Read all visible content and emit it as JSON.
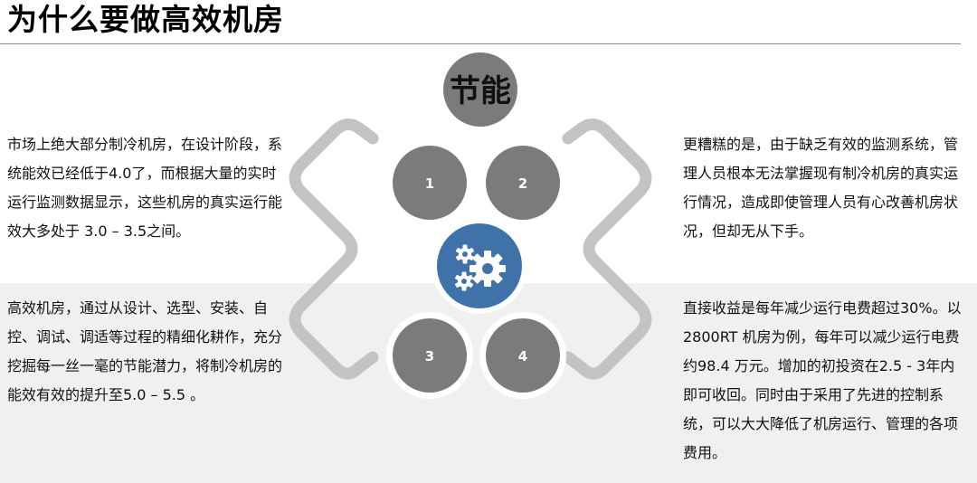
{
  "title": "为什么要做高效机房",
  "center_top_label": "节能",
  "center_icon": "gears-icon",
  "nodes": [
    "1",
    "2",
    "3",
    "4"
  ],
  "paragraphs": {
    "top_left": "市场上绝大部分制冷机房，在设计阶段，系统能效已经低于4.0了，而根据大量的实时运行监测数据显示，这些机房的真实运行能效大多处于 3.0 – 3.5之间。",
    "top_right": "更糟糕的是，由于缺乏有效的监测系统，管理人员根本无法掌握现有制冷机房的真实运行情况，造成即使管理人员有心改善机房状况，但却无从下手。",
    "bottom_left": "高效机房，通过从设计、选型、安装、自控、调试、调适等过程的精细化耕作，充分挖掘每一丝一毫的节能潜力，将制冷机房的能效有效的提升至5.0 – 5.5 。",
    "bottom_right": "直接收益是每年减少运行电费超过30%。以2800RT 机房为例，每年可以减少运行电费约98.4 万元。增加的初投资在2.5 - 3年内即可收回。同时由于采用了先进的控制系统，可以大大降低了机房运行、管理的各项费用。"
  },
  "colors": {
    "node_fill": "#7b7b7b",
    "track": "#c3c3c3",
    "center_fill": "#3f72a8",
    "band": "#f0f0f0"
  }
}
